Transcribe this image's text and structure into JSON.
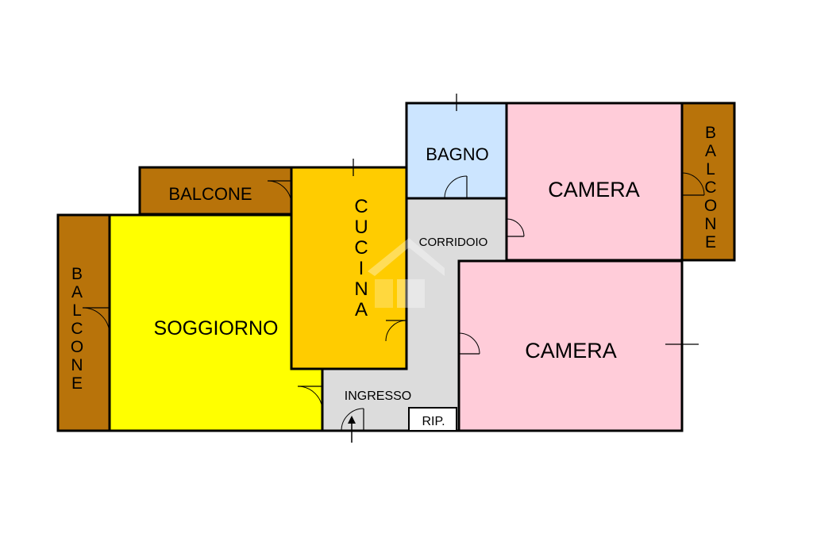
{
  "colors": {
    "balcony": "#b8730a",
    "living": "#ffff00",
    "kitchen": "#ffcc00",
    "bathroom": "#cce5ff",
    "bedroom": "#ffccd9",
    "circulation": "#dcdcdc",
    "wall": "#000000"
  },
  "rooms": {
    "balcone_left": "BALCONE",
    "balcone_top": "BALCONE",
    "balcone_right": "BALCONE",
    "soggiorno": "SOGGIORNO",
    "cucina": "CUCINA",
    "bagno": "BAGNO",
    "camera_top": "CAMERA",
    "camera_bottom": "CAMERA",
    "corridoio": "CORRIDOIO",
    "ingresso": "INGRESSO",
    "ripostiglio": "RIP."
  },
  "entrance_arrow": "↑"
}
